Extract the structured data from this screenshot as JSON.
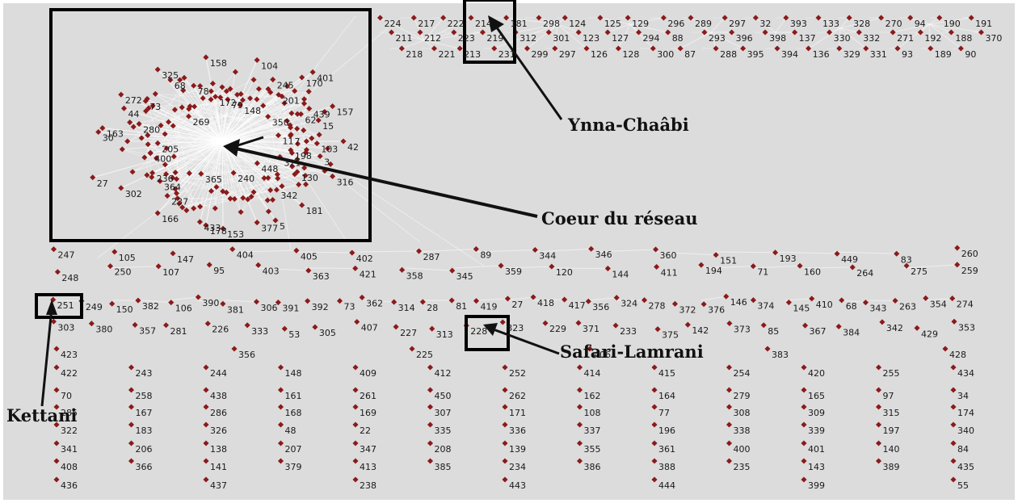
{
  "annotations": {
    "core": "Coeur du réseau",
    "ynna": "Ynna-Chaâbi",
    "safari": "Safari-Lamrani",
    "kettani": "Kettani"
  },
  "colors": {
    "background": "#dcdcdc",
    "node": "#8b1a1a",
    "edge": "#ffffff",
    "frame": "#000000"
  },
  "core_labels": [
    "163",
    "272",
    "325",
    "158",
    "104",
    "170",
    "157",
    "42",
    "316",
    "181",
    "377",
    "178",
    "166",
    "302",
    "201",
    "439",
    "11",
    "198",
    "130",
    "342",
    "240",
    "433",
    "237",
    "236",
    "400",
    "30",
    "44",
    "269",
    "78",
    "79",
    "245",
    "350",
    "15",
    "103",
    "321",
    "448",
    "5",
    "153",
    "365",
    "364",
    "27",
    "205",
    "280",
    "73",
    "68",
    "172",
    "148",
    "401",
    "62",
    "7",
    "3"
  ],
  "top_labels": [
    "224",
    "211",
    "218",
    "217",
    "212",
    "221",
    "222",
    "223",
    "213",
    "214",
    "219",
    "231",
    "181",
    "312",
    "299",
    "298",
    "301",
    "297",
    "124",
    "123",
    "126",
    "125",
    "127",
    "128",
    "129",
    "294",
    "300",
    "296",
    "88",
    "87",
    "289",
    "293",
    "288",
    "297",
    "396",
    "395",
    "32",
    "398",
    "394",
    "393",
    "137",
    "136",
    "133",
    "330",
    "329",
    "328",
    "332",
    "331",
    "270",
    "271",
    "93",
    "94",
    "192",
    "189",
    "190",
    "188",
    "90",
    "191",
    "370"
  ],
  "isolated_rows": [
    [
      "247",
      "105",
      "147",
      "404",
      "405",
      "402",
      "287",
      "89",
      "344",
      "346",
      "360",
      "151",
      "193",
      "449",
      "83",
      "260"
    ],
    [
      "248",
      "250",
      "107",
      "95",
      "403",
      "363",
      "421",
      "358",
      "345",
      "359",
      "120",
      "144",
      "411",
      "194",
      "71",
      "160",
      "264",
      "275",
      "259"
    ],
    [
      "251",
      "249",
      "150",
      "382",
      "106",
      "390",
      "381",
      "306",
      "391",
      "392",
      "73",
      "362",
      "314",
      "28",
      "81",
      "419",
      "27",
      "418",
      "417",
      "356",
      "324",
      "278",
      "372",
      "376",
      "146",
      "374",
      "145",
      "410",
      "68",
      "343",
      "263",
      "354",
      "274"
    ],
    [
      "303",
      "380",
      "357",
      "281",
      "226",
      "333",
      "53",
      "305",
      "407",
      "227",
      "313",
      "228",
      "323",
      "229",
      "371",
      "233",
      "375",
      "142",
      "373",
      "85",
      "367",
      "384",
      "342",
      "429",
      "353"
    ],
    [
      "423",
      "356",
      "225",
      "406",
      "383",
      "428"
    ],
    [
      "422",
      "243",
      "244",
      "148",
      "409",
      "412",
      "252",
      "414",
      "415",
      "254",
      "420",
      "255",
      "434"
    ],
    [
      "70",
      "258",
      "438",
      "161",
      "261",
      "450",
      "262",
      "162",
      "164",
      "279",
      "165",
      "97",
      "34"
    ],
    [
      "285",
      "167",
      "286",
      "168",
      "169",
      "307",
      "171",
      "108",
      "77",
      "308",
      "309",
      "315",
      "174"
    ],
    [
      "322",
      "183",
      "326",
      "48",
      "22",
      "335",
      "336",
      "337",
      "196",
      "338",
      "339",
      "197",
      "340"
    ],
    [
      "341",
      "206",
      "138",
      "207",
      "347",
      "208",
      "139",
      "355",
      "361",
      "400",
      "401",
      "140",
      "84"
    ],
    [
      "408",
      "366",
      "141",
      "379",
      "413",
      "385",
      "234",
      "386",
      "388",
      "235",
      "143",
      "389",
      "435"
    ],
    [
      "436",
      "437",
      "238",
      "443",
      "444",
      "399",
      "55"
    ]
  ]
}
